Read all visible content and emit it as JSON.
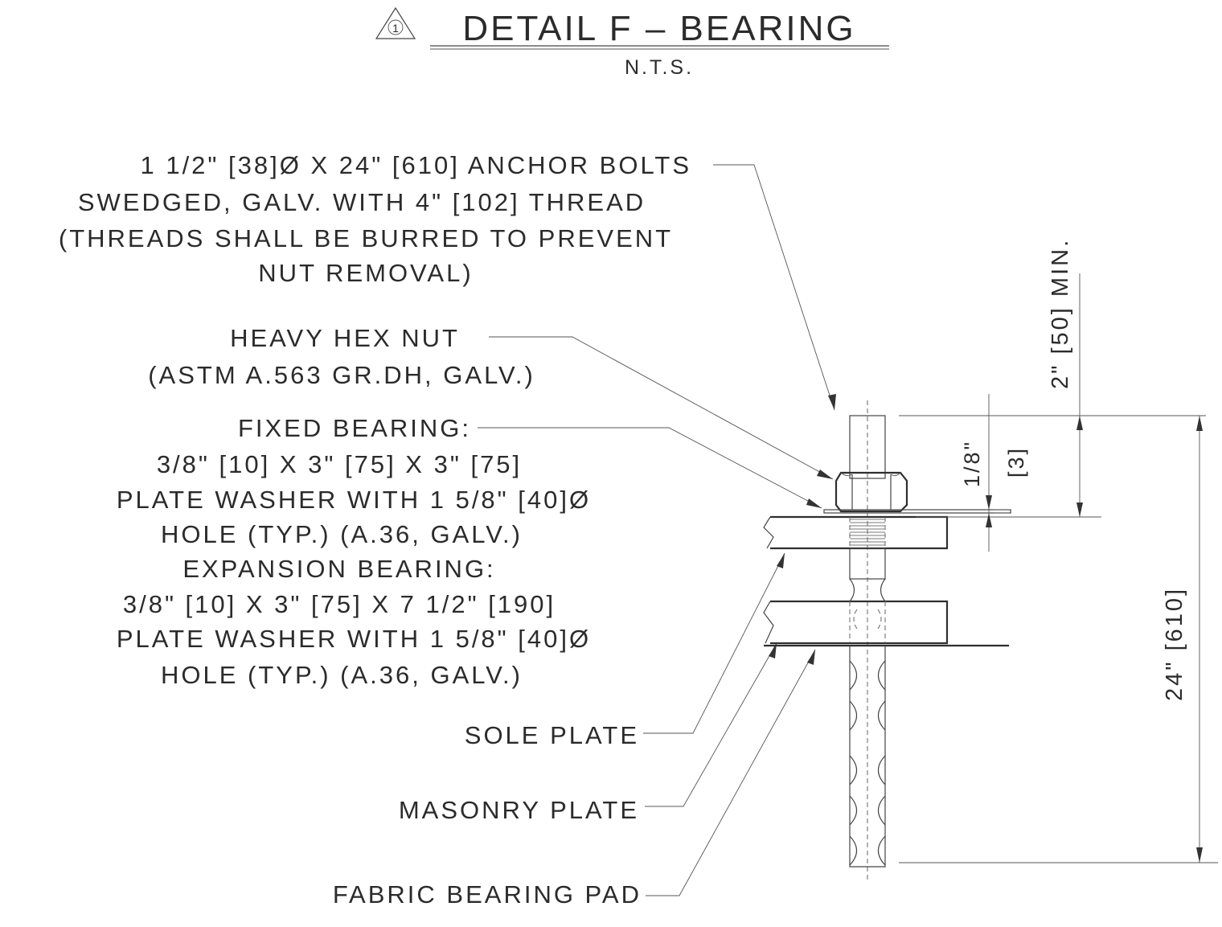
{
  "title": "DETAIL F – BEARING",
  "revision_mark": "1",
  "scale_note": "N.T.S.",
  "callouts": {
    "anchor_bolts": [
      "1 1/2\" [38]Ø X 24\" [610] ANCHOR BOLTS",
      "SWEDGED, GALV. WITH 4\" [102] THREAD",
      "(THREADS SHALL BE BURRED TO PREVENT",
      "NUT REMOVAL)"
    ],
    "hex_nut": [
      "HEAVY HEX NUT",
      "(ASTM A.563 GR.DH, GALV.)"
    ],
    "bearing": [
      "FIXED BEARING:",
      "3/8\" [10] X 3\" [75] X 3\" [75]",
      "PLATE WASHER WITH 1 5/8\" [40]Ø",
      "HOLE (TYP.) (A.36, GALV.)",
      "EXPANSION BEARING:",
      "3/8\" [10] X 3\" [75] X 7 1/2\" [190]",
      "PLATE WASHER WITH 1 5/8\" [40]Ø",
      "HOLE (TYP.) (A.36, GALV.)"
    ],
    "sole_plate": "SOLE PLATE",
    "masonry_plate": "MASONRY PLATE",
    "fabric_pad": "FABRIC BEARING PAD"
  },
  "dimensions": {
    "projection": "2\" [50] MIN.",
    "washer_inch": "1/8\"",
    "washer_mm": "[3]",
    "bolt_length": "24\" [610]"
  }
}
